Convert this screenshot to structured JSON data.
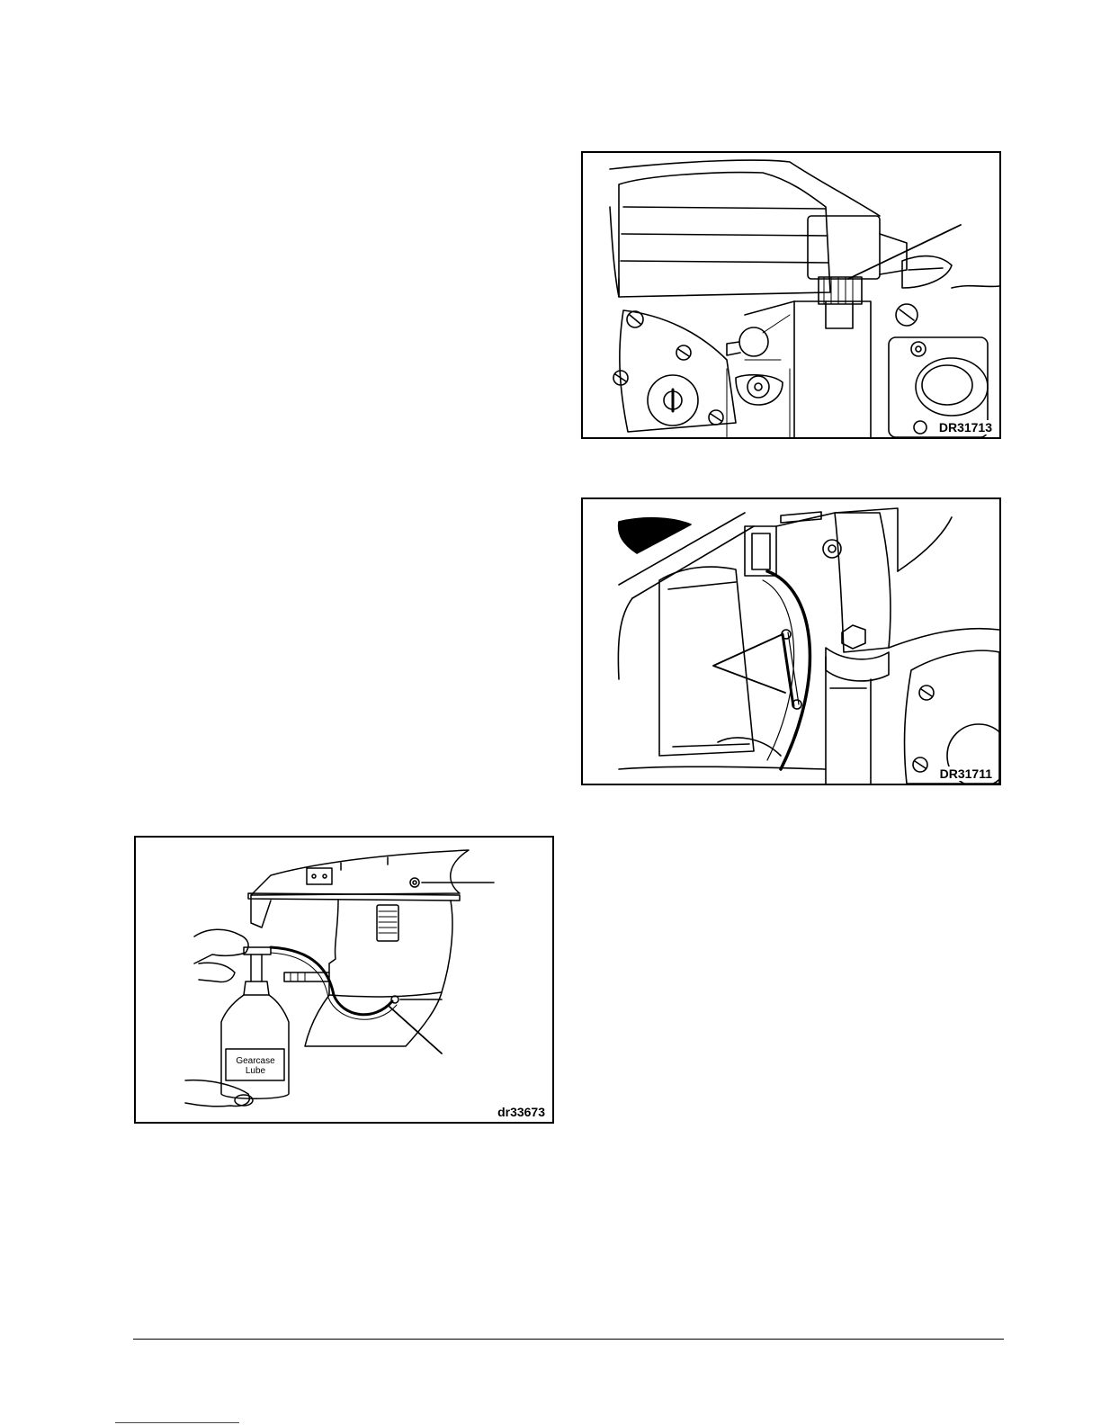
{
  "figures": [
    {
      "id": "DR31713"
    },
    {
      "id": "DR31711"
    },
    {
      "id": "dr33673",
      "bottle_label_line1": "Gearcase",
      "bottle_label_line2": "Lube"
    }
  ],
  "colors": {
    "line": "#000000",
    "page": "#ffffff",
    "link": "#2a3fb8"
  }
}
